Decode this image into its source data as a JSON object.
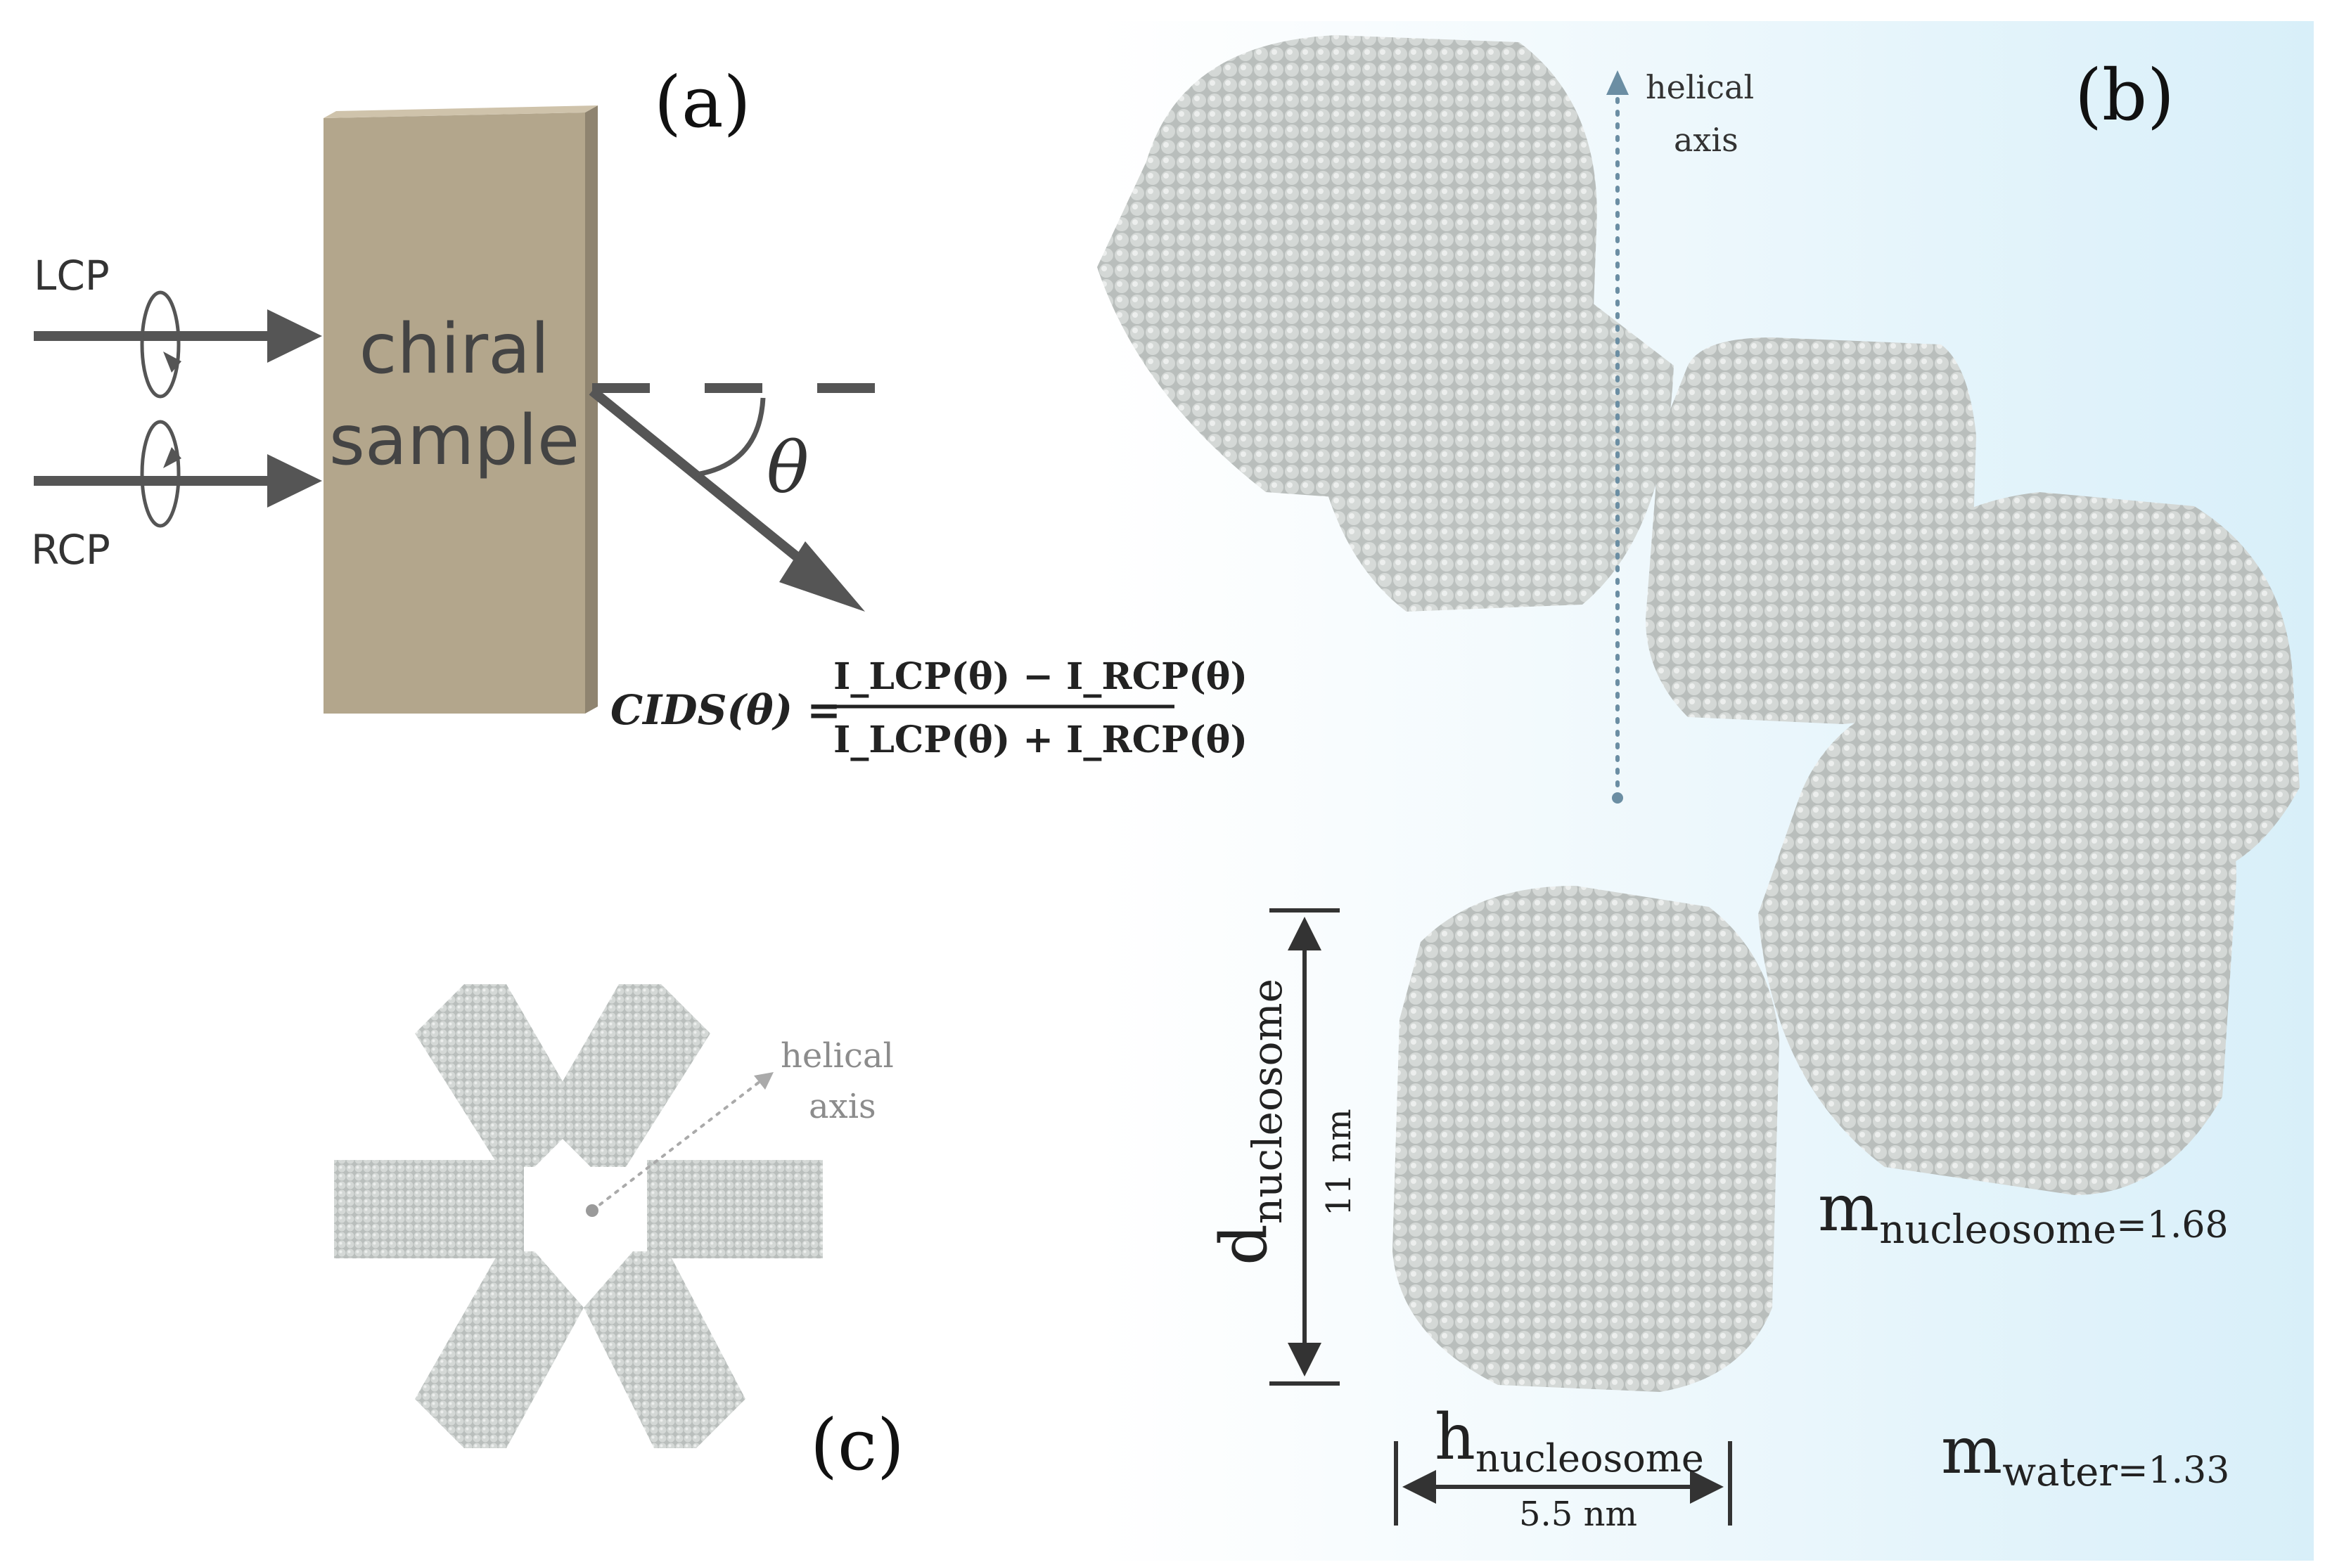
{
  "panel_a": {
    "label": "(a)",
    "sample_line1": "chiral",
    "sample_line2": "sample",
    "lcp": "LCP",
    "rcp": "RCP",
    "theta": "θ",
    "formula": {
      "lhs": "CIDS(θ) =",
      "numerator": "I_LCP(θ) − I_RCP(θ)",
      "denominator": "I_LCP(θ) + I_RCP(θ)"
    }
  },
  "panel_b": {
    "label": "(b)",
    "helical_axis_line1": "helical",
    "helical_axis_line2": "axis",
    "d_main": "d",
    "d_sub": "nucleosome",
    "d_value": "11 nm",
    "h_main": "h",
    "h_sub": "nucleosome",
    "h_value": "5.5 nm",
    "m_nuc_main": "m",
    "m_nuc_sub": "nucleosome",
    "m_nuc_value": "=1.68",
    "m_water_main": "m",
    "m_water_sub": "water",
    "m_water_value": "=1.33"
  },
  "panel_c": {
    "label": "(c)",
    "helical_axis_line1": "helical",
    "helical_axis_line2": "axis"
  },
  "colors": {
    "sample_box": "#b0a38a",
    "arrow_gray": "#555555",
    "bead_gray": "#c9cdcb",
    "background_tint": "#dff2fb",
    "axis_dotted": "#6b8ea3"
  }
}
